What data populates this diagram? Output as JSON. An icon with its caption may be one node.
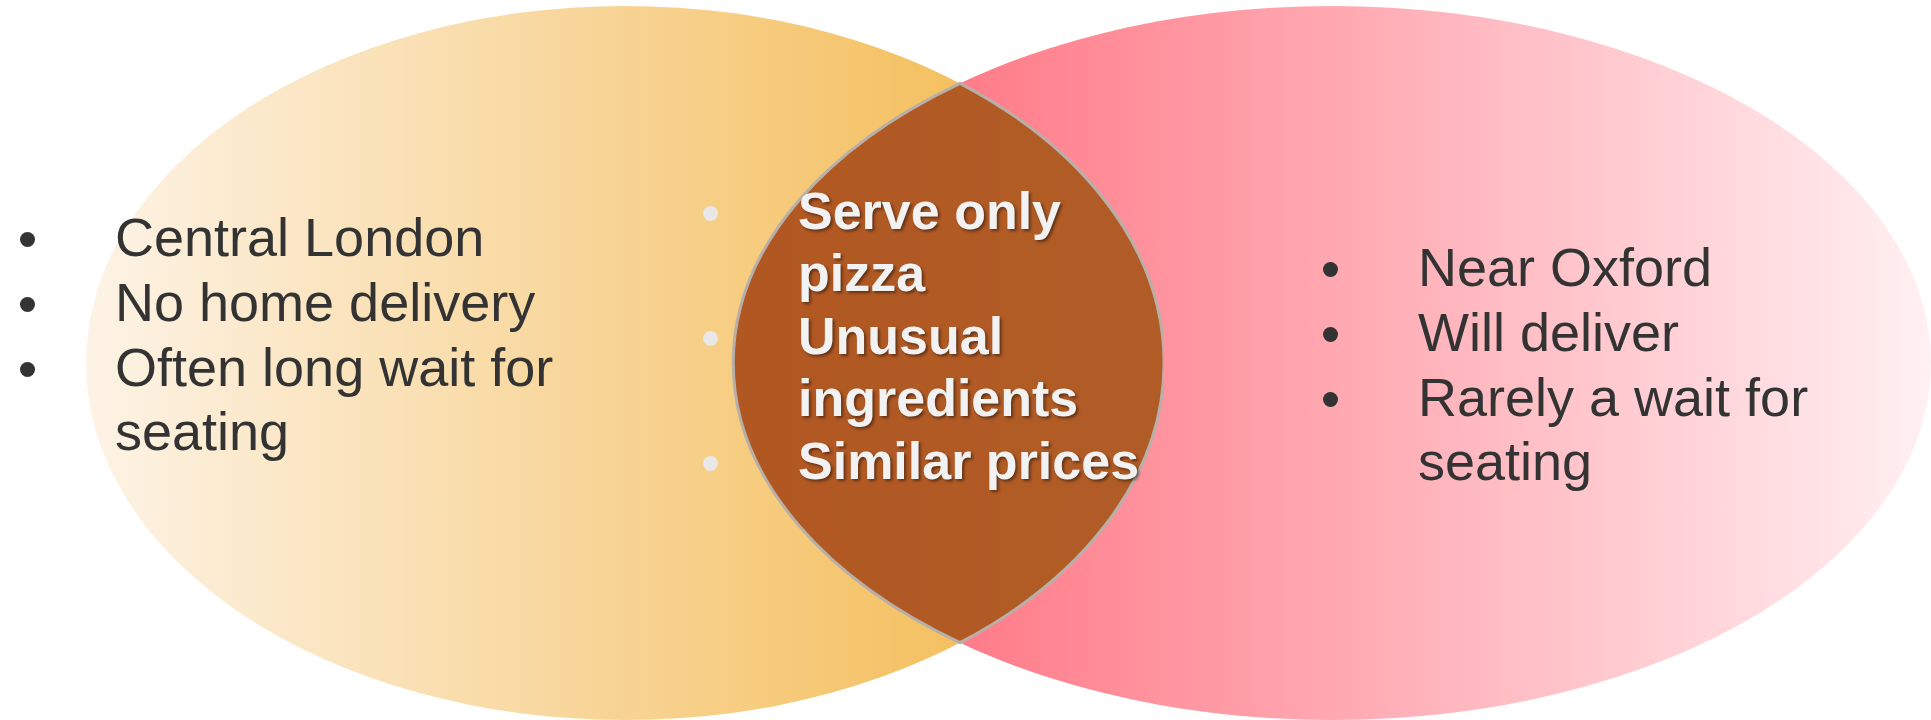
{
  "diagram": {
    "nodes": [
      {
        "text": [
          "Central London",
          "No home delivery",
          "Often long wait for seating"
        ]
      },
      {
        "text": [
          "Near Oxford",
          "Will deliver",
          "Rarely a wait for seating"
        ]
      },
      {
        "text": [
          "Serve only pizza",
          "Unusual ingredients",
          "Similar prices"
        ]
      }
    ]
  }
}
